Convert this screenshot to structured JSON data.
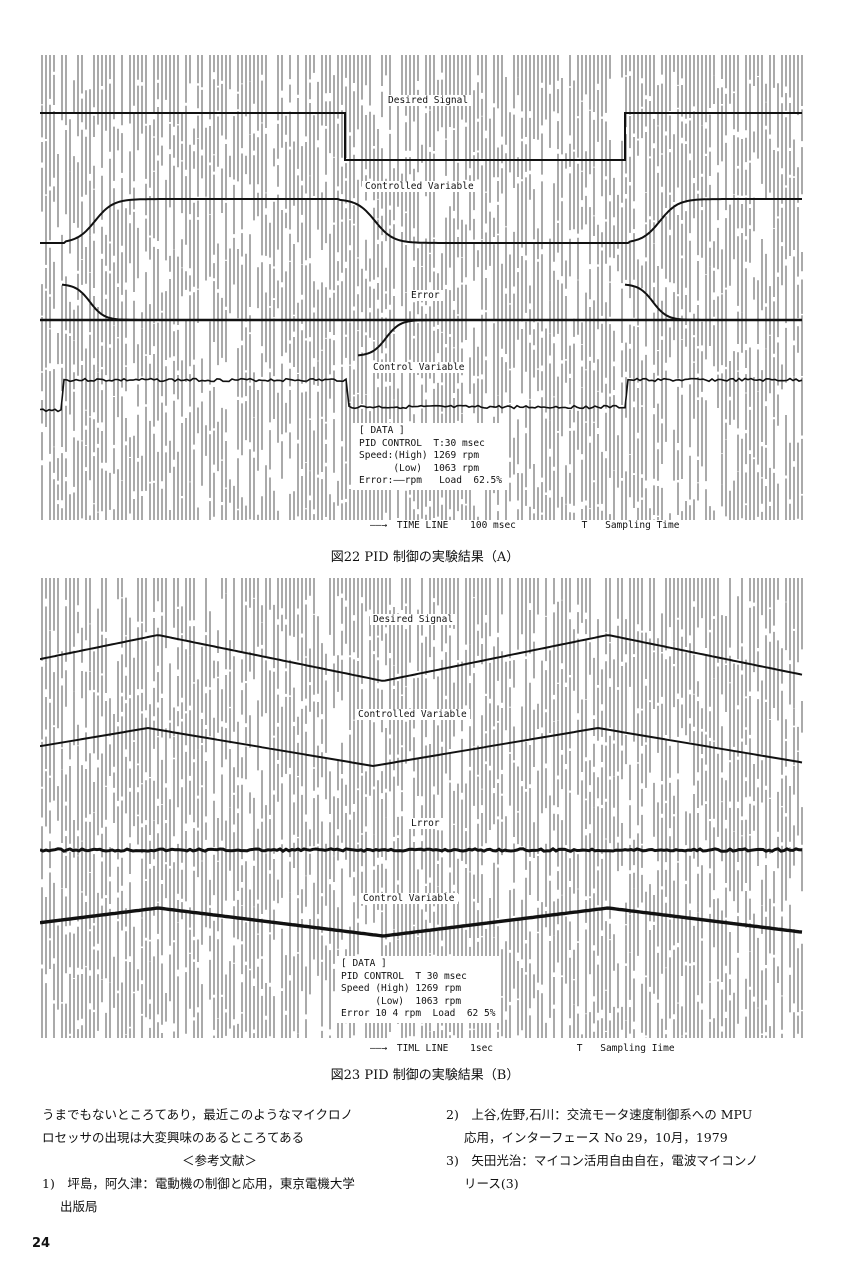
{
  "figure_a": {
    "labels": {
      "desired": "Desired Signal",
      "controlled": "Controlled Variable",
      "error": "Error",
      "control": "Control Variable"
    },
    "data_box": {
      "l1": "[ DATA ]",
      "l2": "PID CONTROL  T:30 msec",
      "l3": "Speed:(High) 1269 rpm",
      "l4": "      (Low)  1063 rpm",
      "l5": "Error:——rpm   Load  62.5%"
    },
    "timeline": {
      "arrow": "——→",
      "label": "TIME LINE",
      "unit": "100 msec",
      "t": "T",
      "sampling": "Sampling Time"
    },
    "caption": "図22  PID 制御の実験結果（A）"
  },
  "figure_b": {
    "labels": {
      "desired": "Desired Signal",
      "controlled": "Controlled Variable",
      "error": "Lrror",
      "control": "Control Variable"
    },
    "data_box": {
      "l1": "[ DATA ]",
      "l2": "PID CONTROL  T 30 msec",
      "l3": "Speed (High) 1269 rpm",
      "l4": "      (Low)  1063 rpm",
      "l5": "Error 10 4 rpm  Load  62 5%"
    },
    "timeline": {
      "arrow": "——→",
      "label": "TIML LINE",
      "unit": "1sec",
      "t": "T",
      "sampling": "Sampling Iime"
    },
    "caption": "図23  PID 制御の実験結果（B）"
  },
  "body_text": {
    "left": {
      "p1_l1": "うまでもないところてあり，最近このようなマイクロノ",
      "p1_l2": "ロセッサの出現は大変興味のあるところてある",
      "heading": "＜参考文献＞",
      "ref1_l1": "1)　坪島，阿久津：電動機の制御と応用，東京電機大学",
      "ref1_l2": "出版局"
    },
    "right": {
      "ref2_l1": "2)　上谷,佐野,石川：交流モータ速度制御系への MPU",
      "ref2_l2": "応用，インターフェース No 29，10月，1979",
      "ref3_l1": "3)　矢田光治：マイコン活用自由自在，電波マイコンノ",
      "ref3_l2": "リース(3)"
    }
  },
  "page_number": "24"
}
